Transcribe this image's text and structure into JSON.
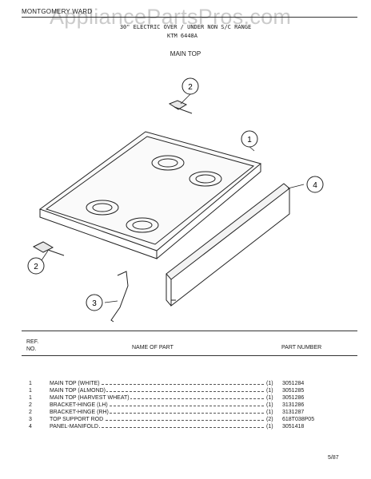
{
  "header": {
    "brand": "MONTGOMERY WARD",
    "watermark": "AppliancePartsPros.com",
    "line1": "30\" ELECTRIC OVER / UNDER NON S/C RANGE",
    "line2": "KTM 6448A"
  },
  "section_title": "MAIN TOP",
  "callouts": [
    "1",
    "2",
    "2",
    "3",
    "4"
  ],
  "table": {
    "headers": {
      "ref": "REF.",
      "ref2": "NO.",
      "name": "NAME OF PART",
      "part_number": "PART NUMBER"
    },
    "rows": [
      {
        "ref": "1",
        "name": "MAIN TOP (WHITE)",
        "qty": "(1)",
        "part_number": "3051284"
      },
      {
        "ref": "1",
        "name": "MAIN TOP (ALMOND)",
        "qty": "(1)",
        "part_number": "3051285"
      },
      {
        "ref": "1",
        "name": "MAIN TOP (HARVEST WHEAT)",
        "qty": "(1)",
        "part_number": "3051286"
      },
      {
        "ref": "2",
        "name": "BRACKET-HINGE (LH)",
        "qty": "(1)",
        "part_number": "3131286"
      },
      {
        "ref": "2",
        "name": "BRACKET-HINGE (RH)",
        "qty": "(1)",
        "part_number": "3131287"
      },
      {
        "ref": "3",
        "name": "TOP SUPPORT ROD",
        "qty": "(2)",
        "part_number": "618T038P05"
      },
      {
        "ref": "4",
        "name": "PANEL-MANIFOLD",
        "qty": "(1)",
        "part_number": "3051418"
      }
    ]
  },
  "footer": "5/87"
}
